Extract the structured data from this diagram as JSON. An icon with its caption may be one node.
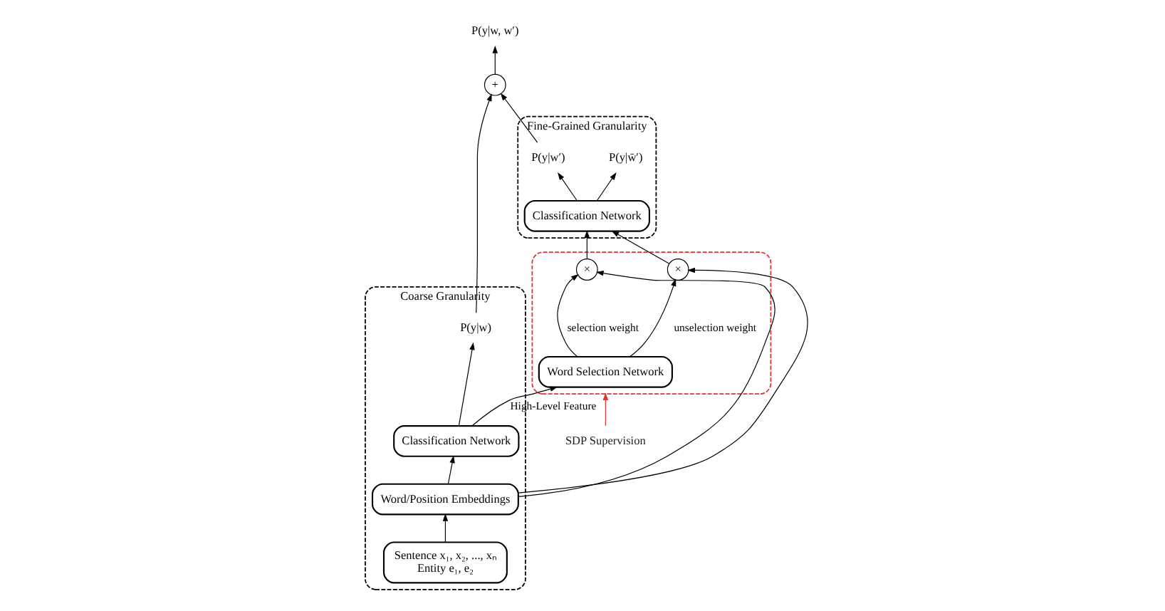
{
  "diagram": {
    "nodes": [
      {
        "text": [
          "Coarse Granularity"
        ]
      },
      {
        "text": [
          "P(y|w)"
        ],
        "in": 0
      },
      {
        "text": [
          "Classification Network"
        ],
        "in": 0
      },
      {
        "text": [
          "Word/Position Embeddings"
        ],
        "in": 0
      },
      {
        "text": [
          "Sentence x₁, x₂, ..., xₙ",
          "Entity e₁, e₂"
        ],
        "in": 0
      },
      {
        "text": [
          "Fine-Grained Granularity"
        ]
      },
      {
        "text": [
          "P(y|w′)"
        ],
        "in": 5
      },
      {
        "text": [
          "P(y|w̄′)"
        ],
        "in": 5
      },
      {
        "text": [
          "Classification Network"
        ],
        "in": 5
      },
      {
        "text": [],
        "shape": "box"
      },
      {
        "text": [
          "SDP Supervision"
        ]
      },
      {
        "text": [
          "Word Selection Network"
        ],
        "in": 9
      },
      {
        "text": [
          "×"
        ],
        "in": 9
      },
      {
        "text": [
          "×"
        ],
        "in": 9
      },
      {
        "text": [
          "+"
        ]
      },
      {
        "text": [
          "P(y|w, w′)"
        ]
      }
    ],
    "edges": [
      {
        "from": 4,
        "to": 3,
        "arrow": "to"
      },
      {
        "from": 3,
        "to": 2,
        "arrow": "to"
      },
      {
        "from": 2,
        "to": 1,
        "arrow": "to"
      },
      {
        "from": 1,
        "to": 14,
        "arrow": "to"
      },
      {
        "from": 6,
        "to": 14,
        "arrow": "to"
      },
      {
        "from": 14,
        "to": 15,
        "arrow": "to"
      },
      {
        "from": 10,
        "to": 9,
        "arrow": "to",
        "color": "#e8302a"
      },
      {
        "from": 2,
        "to": 11,
        "arrow": "to",
        "label": "High-Level Feature"
      },
      {
        "from": 11,
        "to": 12,
        "arrow": "to",
        "label": "selection weight"
      },
      {
        "from": 11,
        "to": 13,
        "arrow": "to",
        "label": "unselection weight"
      },
      {
        "from": 3,
        "to": 12,
        "arrow": "to"
      },
      {
        "from": 3,
        "to": 13,
        "arrow": "to"
      },
      {
        "from": 12,
        "to": 8,
        "arrow": "to"
      },
      {
        "from": 13,
        "to": 8,
        "arrow": "to"
      },
      {
        "from": 8,
        "to": 6,
        "arrow": "to"
      },
      {
        "from": 8,
        "to": 7,
        "arrow": "to"
      }
    ]
  }
}
